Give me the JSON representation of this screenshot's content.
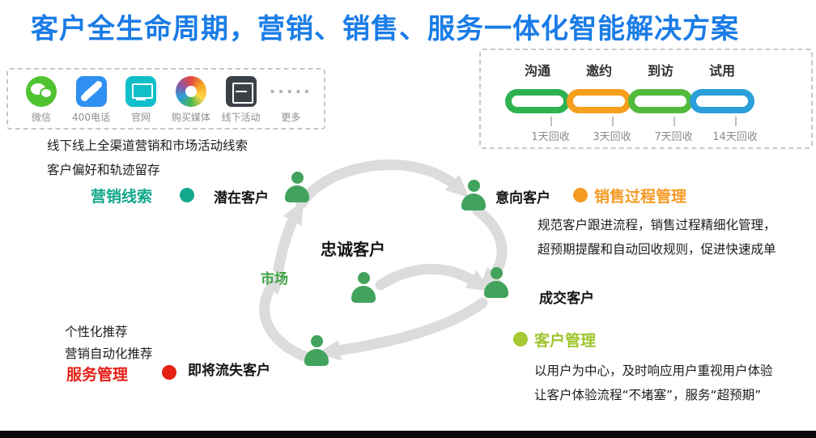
{
  "title": "客户全生命周期，营销、销售、服务一体化智能解决方案",
  "title_color": "#1a7ce6",
  "channels": {
    "items": [
      {
        "icon": "wechat-icon",
        "label": "微信",
        "color": "#50c331"
      },
      {
        "icon": "phone-icon",
        "label": "400电话",
        "color": "#2f8ff2"
      },
      {
        "icon": "website-icon",
        "label": "官网",
        "color": "#10bfc9"
      },
      {
        "icon": "media-icon",
        "label": "购买媒体",
        "color": "multicolor"
      },
      {
        "icon": "offline-activity-icon",
        "label": "线下活动",
        "color": "#3c4148"
      },
      {
        "icon": "more-dots-icon",
        "label": "更多",
        "dots": "·····"
      }
    ],
    "line1": "线下线上全渠道营销和市场活动线索",
    "line2": "客户偏好和轨迹留存"
  },
  "recycle_flow": {
    "stages": [
      {
        "label": "沟通",
        "recycle": "1天回收",
        "color": "#2db24f"
      },
      {
        "label": "邀约",
        "recycle": "3天回收",
        "color": "#f59f1d"
      },
      {
        "label": "到访",
        "recycle": "7天回收",
        "color": "#52ba3b"
      },
      {
        "label": "试用",
        "recycle": "14天回收",
        "color": "#2b9fd9"
      }
    ]
  },
  "lifecycle": {
    "marketing_leads": {
      "label": "营销线索",
      "color": "#12a88b"
    },
    "potential_customer": "潜在客户",
    "intent_customer": "意向客户",
    "sales_process": {
      "label": "销售过程管理",
      "color": "#f59a23",
      "desc1": "规范客户跟进流程，销售过程精细化管理，",
      "desc2": "超预期提醒和自动回收规则，促进快速成单"
    },
    "loyal_customer": "忠诚客户",
    "market": "市场",
    "deal_customer": "成交客户",
    "customer_mgmt": {
      "label": "客户管理",
      "color": "#9fc42c",
      "desc1": "以用户为中心，及时响应用户重视用户体验",
      "desc2": "让客户体验流程“不堵塞”，服务“超预期”"
    },
    "service_mgmt": {
      "label": "服务管理",
      "color": "#e52015",
      "desc1": "个性化推荐",
      "desc2": "营销自动化推荐"
    },
    "churn_customer": "即将流失客户"
  }
}
